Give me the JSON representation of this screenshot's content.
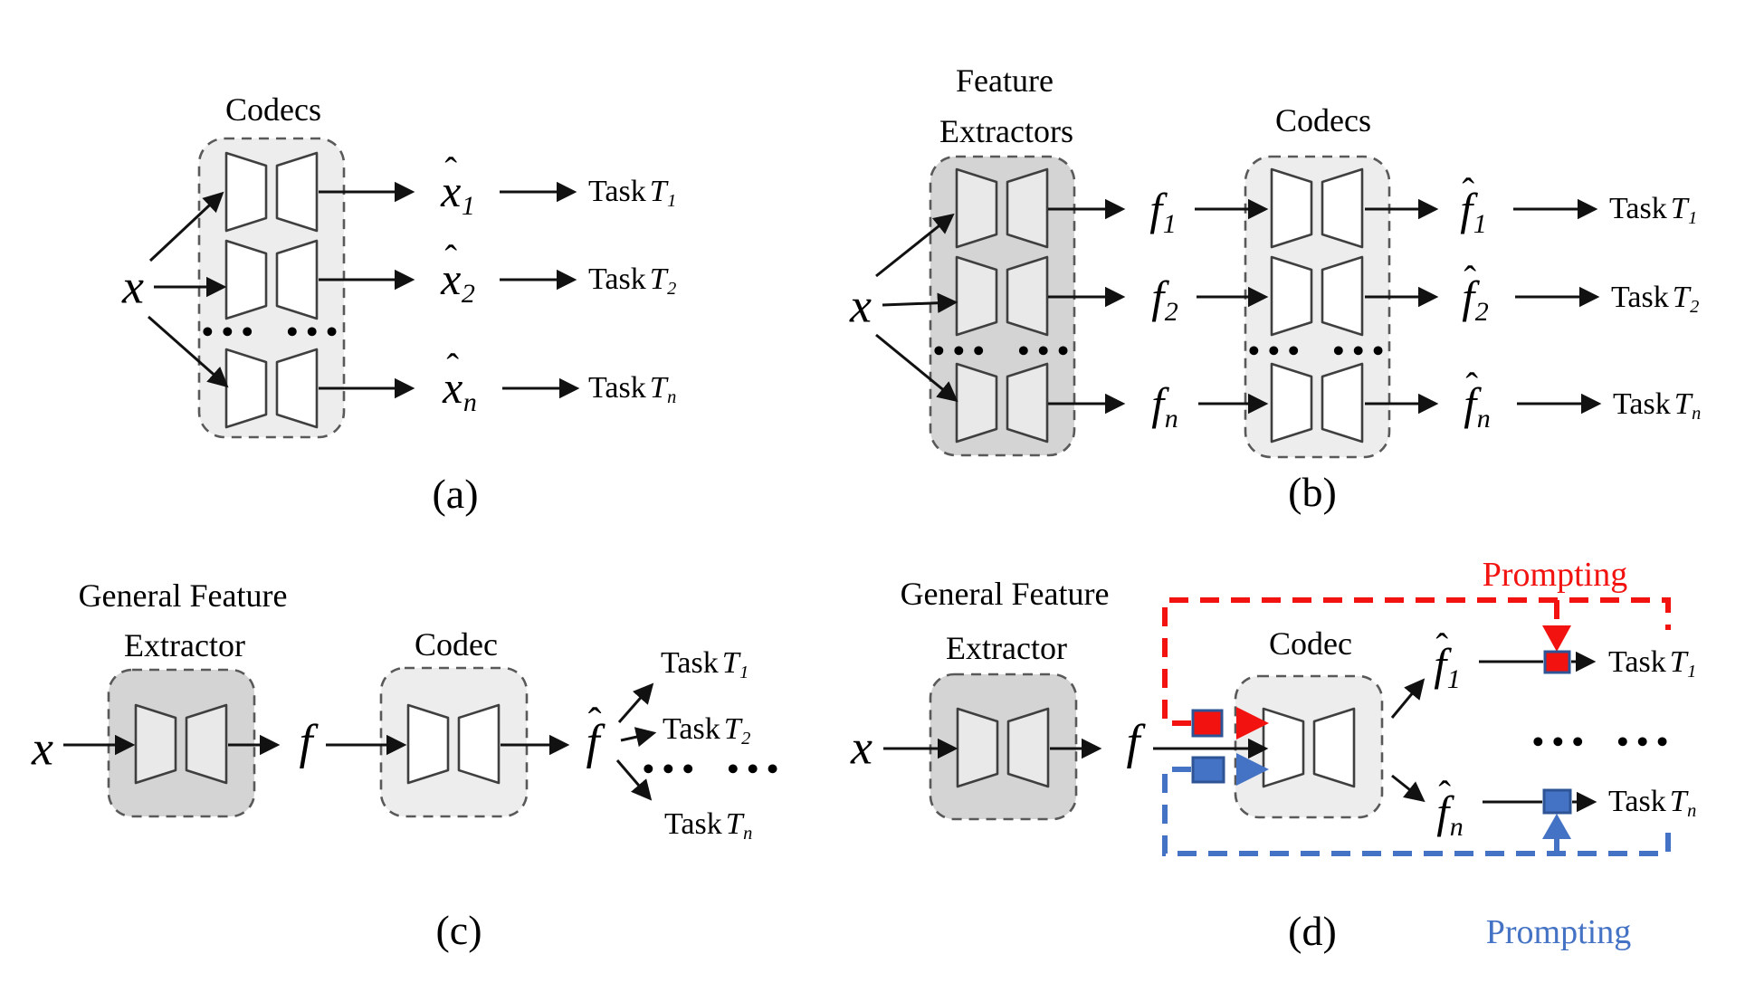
{
  "figure": {
    "type": "multi-codec feature-coding architecture diagram",
    "dots": "••• •••"
  },
  "colors": {
    "red": "#f2120f",
    "blue": "#4472c4",
    "square_border": "#2e5496",
    "box_dark": "#d4d4d4",
    "box_light": "#ededed",
    "dash_border": "#595959",
    "arrow": "#111111",
    "icon_stroke": "#3f3f3f"
  },
  "panels": {
    "a": {
      "caption": "(a)",
      "box_label": "Codecs",
      "dots": "••• •••",
      "input": {
        "it": "x"
      },
      "outputs": [
        {
          "it": "x",
          "sub": "1",
          "hat": true
        },
        {
          "it": "x",
          "sub": "2",
          "hat": true
        },
        {
          "it": "x",
          "sub": "n",
          "hat": true
        }
      ],
      "tasks": [
        {
          "pre": "Task",
          "it": "T",
          "sub": "1"
        },
        {
          "pre": "Task",
          "it": "T",
          "sub": "2"
        },
        {
          "pre": "Task",
          "it": "T",
          "sub": "n"
        }
      ]
    },
    "b": {
      "caption": "(b)",
      "extractors_label_line1": "Feature",
      "extractors_label_line2": "Extractors",
      "codecs_label": "Codecs",
      "dots": "••• •••",
      "input": {
        "it": "x"
      },
      "features": [
        {
          "it": "f",
          "sub": "1"
        },
        {
          "it": "f",
          "sub": "2"
        },
        {
          "it": "f",
          "sub": "n"
        }
      ],
      "reconstructions": [
        {
          "it": "f",
          "sub": "1",
          "hat": true
        },
        {
          "it": "f",
          "sub": "2",
          "hat": true
        },
        {
          "it": "f",
          "sub": "n",
          "hat": true
        }
      ],
      "tasks": [
        {
          "pre": "Task",
          "it": "T",
          "sub": "1"
        },
        {
          "pre": "Task",
          "it": "T",
          "sub": "2"
        },
        {
          "pre": "Task",
          "it": "T",
          "sub": "n"
        }
      ]
    },
    "c": {
      "caption": "(c)",
      "extractor_label_line1": "General Feature",
      "extractor_label_line2": "Extractor",
      "codec_label": "Codec",
      "dots": "••• •••",
      "input": {
        "it": "x"
      },
      "feature": {
        "it": "f"
      },
      "reconstruction": {
        "it": "f",
        "hat": true
      },
      "tasks": [
        {
          "pre": "Task",
          "it": "T",
          "sub": "1"
        },
        {
          "pre": "Task",
          "it": "T",
          "sub": "2"
        },
        {
          "pre": "Task",
          "it": "T",
          "sub": "n"
        }
      ]
    },
    "d": {
      "caption": "(d)",
      "extractor_label_line1": "General Feature",
      "extractor_label_line2": "Extractor",
      "codec_label": "Codec",
      "dots": "••• •••",
      "input": {
        "it": "x"
      },
      "feature": {
        "it": "f"
      },
      "reconstructions": [
        {
          "it": "f",
          "sub": "1",
          "hat": true
        },
        {
          "it": "f",
          "sub": "n",
          "hat": true
        }
      ],
      "tasks": [
        {
          "pre": "Task",
          "it": "T",
          "sub": "1"
        },
        {
          "pre": "Task",
          "it": "T",
          "sub": "n"
        }
      ],
      "prompting_red": "Prompting",
      "prompting_blue": "Prompting"
    }
  }
}
